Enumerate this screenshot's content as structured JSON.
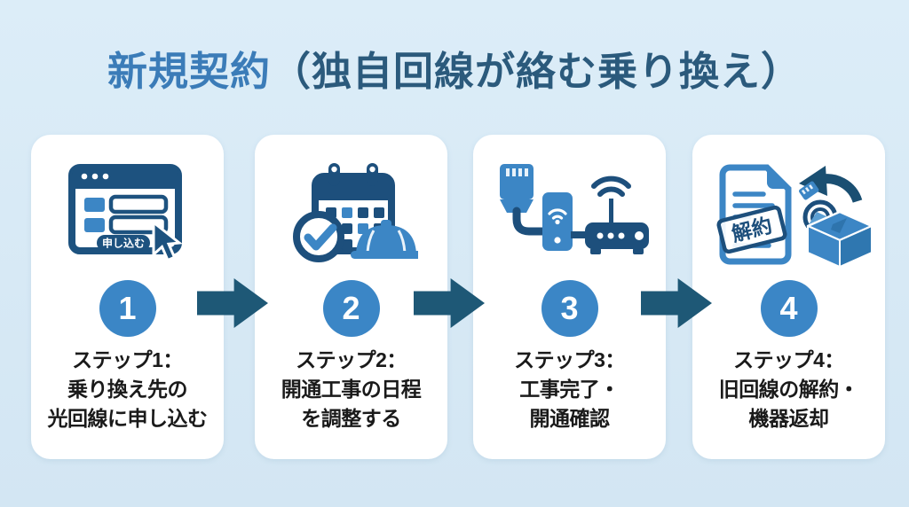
{
  "title": {
    "part1": "新規契約",
    "part2": "（独自回線が絡む乗り換え）"
  },
  "steps": [
    {
      "number": "1",
      "icon": "application-form-icon",
      "lines": [
        "ステップ1：",
        "乗り換え先の",
        "光回線に申し込む"
      ]
    },
    {
      "number": "2",
      "icon": "construction-schedule-icon",
      "lines": [
        "ステップ2：",
        "開通工事の日程",
        "を調整する"
      ]
    },
    {
      "number": "3",
      "icon": "router-connection-icon",
      "lines": [
        "ステップ3：",
        "工事完了・",
        "開通確認"
      ]
    },
    {
      "number": "4",
      "icon": "cancellation-return-icon",
      "lines": [
        "ステップ4：",
        "旧回線の解約・",
        "機器返却"
      ]
    }
  ],
  "icon_text": {
    "apply_button": "申し込む",
    "cancel_stamp": "解約"
  },
  "colors": {
    "background": "#d7e9f5",
    "card": "#ffffff",
    "title_primary": "#3b7cb8",
    "title_secondary": "#2b5a7c",
    "step_circle": "#3b86c6",
    "arrow": "#1e5876",
    "icon_dark": "#1d4f7c",
    "icon_blue": "#3c86c5",
    "step_text": "#1a1a1a"
  }
}
